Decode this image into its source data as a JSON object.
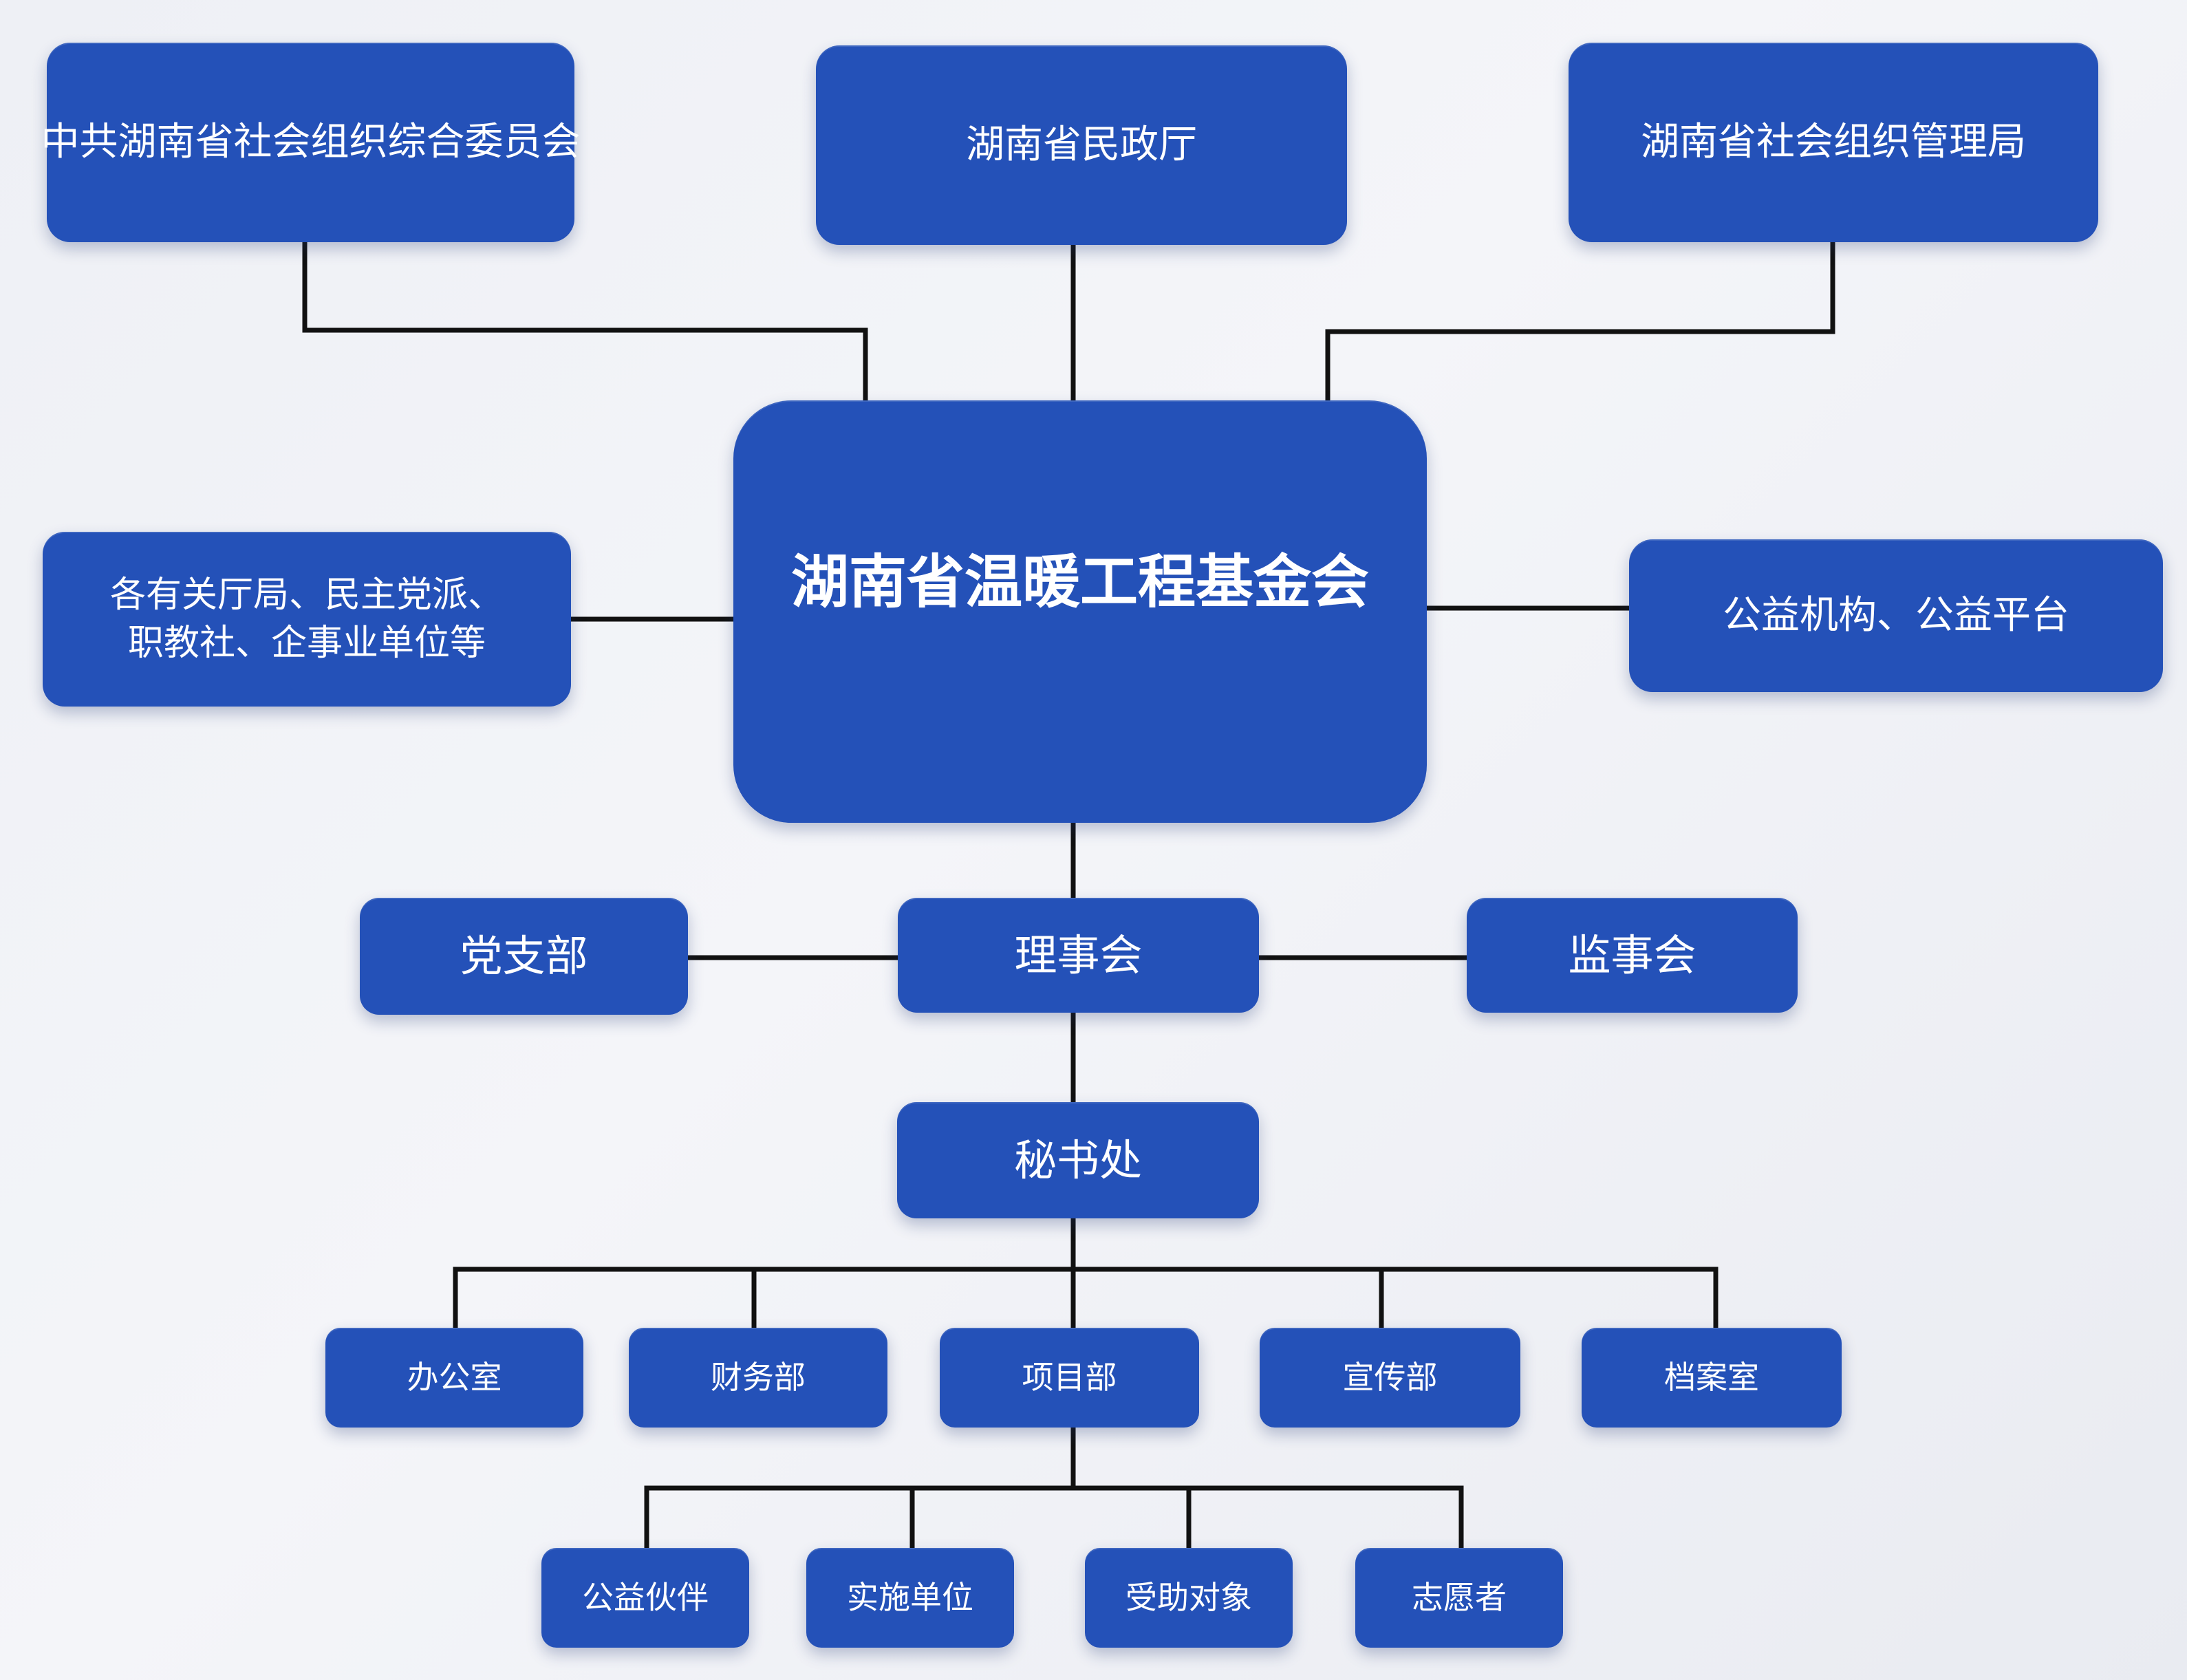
{
  "colors": {
    "box": "#2451b8",
    "text": "#ffffff",
    "line": "#111111"
  },
  "top": {
    "left": "中共湖南省社会组织综合委员会",
    "center": "湖南省民政厅",
    "right": "湖南省社会组织管理局"
  },
  "center": {
    "title": "湖南省温暖工程基金会"
  },
  "side": {
    "left_line1": "各有关厅局、民主党派、",
    "left_line2": "职教社、企事业单位等",
    "right": "公益机构、公益平台"
  },
  "governance": {
    "party": "党支部",
    "board": "理事会",
    "supervisors": "监事会"
  },
  "secretariat": "秘书处",
  "departments": [
    "办公室",
    "财务部",
    "项目部",
    "宣传部",
    "档案室"
  ],
  "project_children": [
    "公益伙伴",
    "实施单位",
    "受助对象",
    "志愿者"
  ]
}
